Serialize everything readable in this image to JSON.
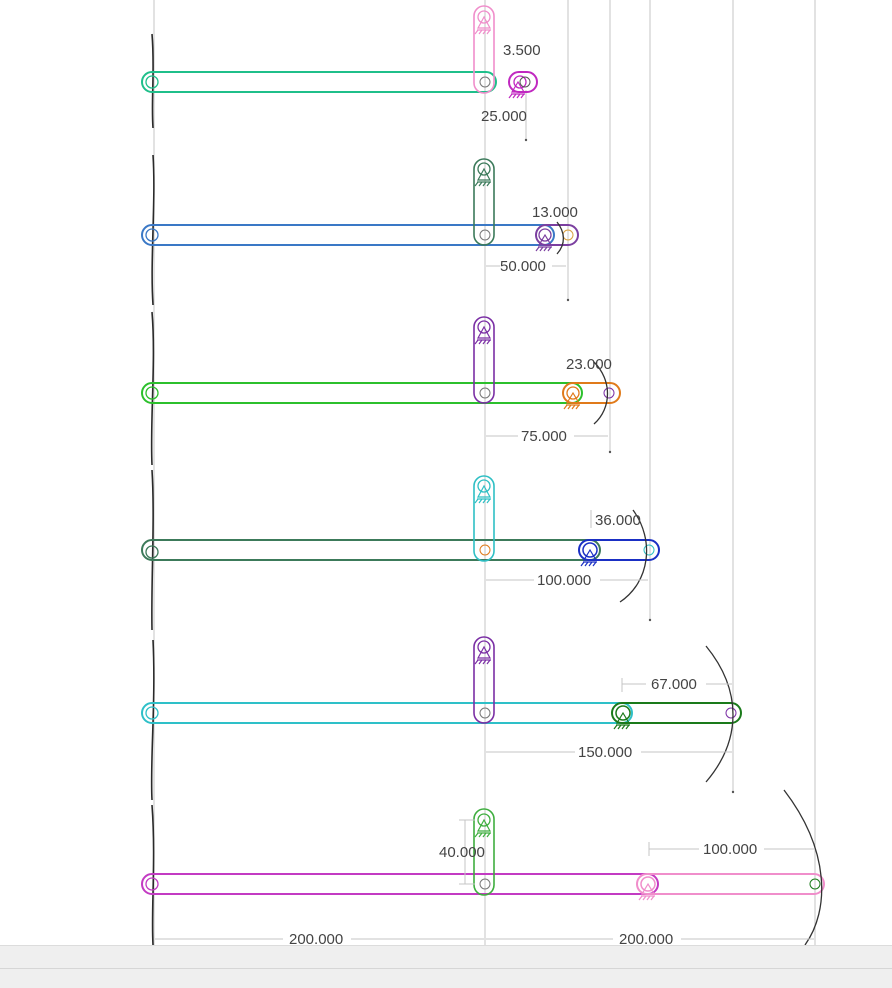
{
  "dims": {
    "row1": {
      "radius": "3.500",
      "horizontal": "25.000"
    },
    "row2": {
      "radius": "13.000",
      "horizontal": "50.000"
    },
    "row3": {
      "radius": "23.000",
      "horizontal": "75.000"
    },
    "row4": {
      "radius": "36.000",
      "horizontal": "100.000"
    },
    "row5": {
      "radius": "67.000",
      "horizontal": "150.000"
    },
    "row6": {
      "radius": "100.000",
      "vertical": "40.000"
    },
    "bottom": {
      "left": "200.000",
      "right": "200.000"
    }
  },
  "colors": {
    "row1": {
      "long": "#1fbf8a",
      "crank": "#f08ecb",
      "short": "#c028c0"
    },
    "row2": {
      "long": "#3a78c6",
      "crank": "#3b7a5a",
      "short": "#7b3fa0"
    },
    "row3": {
      "long": "#2cc02c",
      "crank": "#7b2fa5",
      "short": "#e07a1a"
    },
    "row4": {
      "long": "#3c7a5a",
      "crank": "#2ebfc4",
      "short": "#1a2fc4"
    },
    "row5": {
      "long": "#2ec0c8",
      "crank": "#7b2fa5",
      "short": "#1a7a1a"
    },
    "row6": {
      "long": "#c33bc3",
      "crank": "#3fae3f",
      "short": "#f08ecb"
    }
  }
}
